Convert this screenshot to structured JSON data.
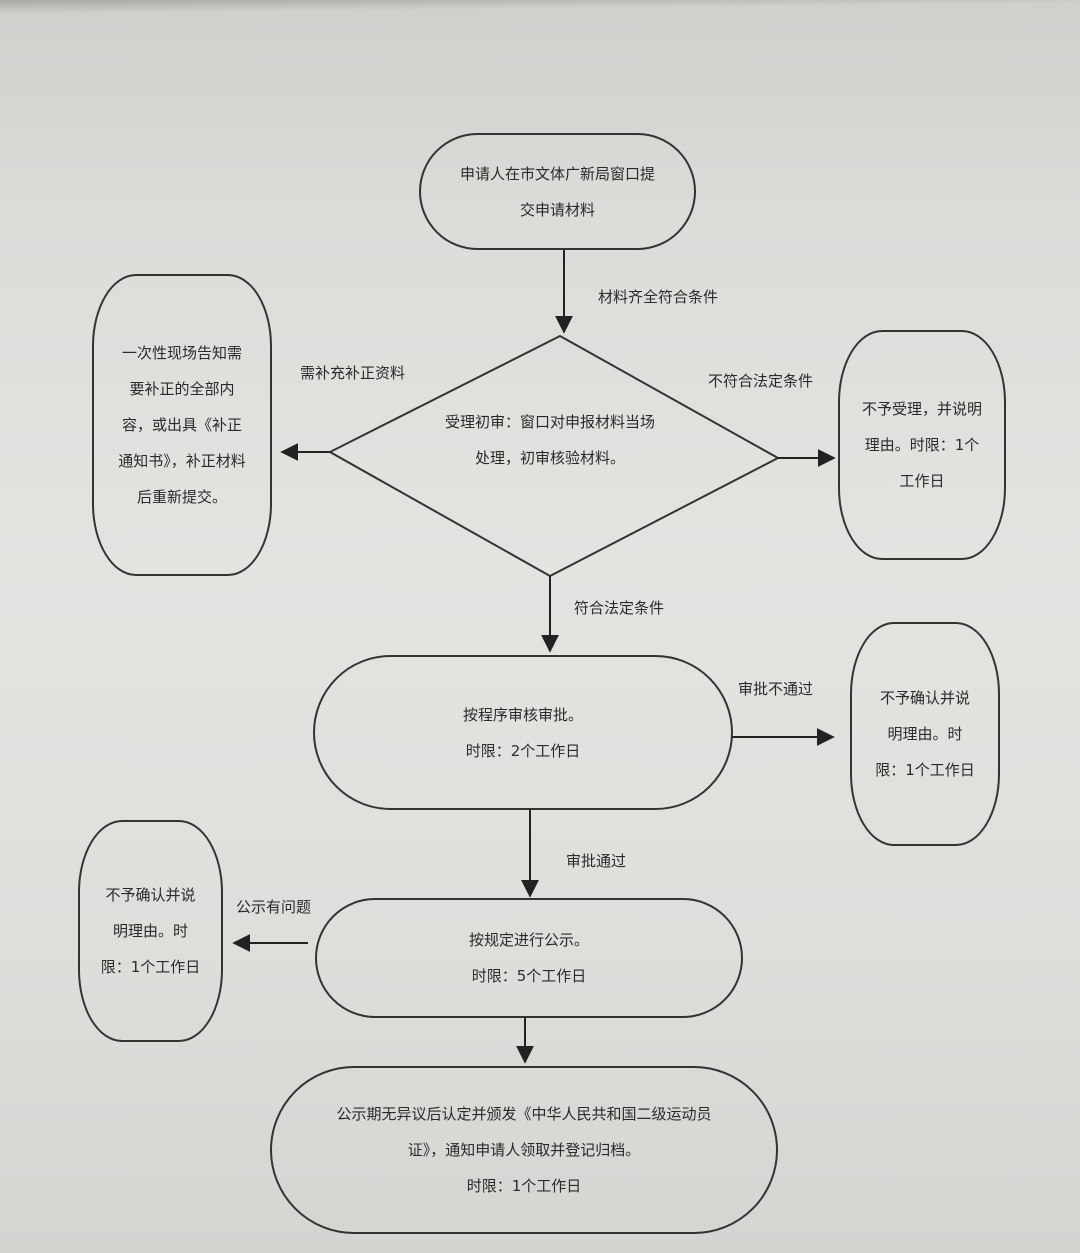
{
  "nodes": {
    "start": "申请人在市文体广新局窗口提交申请材料",
    "initial_review": "受理初审：窗口对申报材料当场处理，初审核验材料。",
    "supplement_notice": "一次性现场告知需要补正的全部内容，或出具《补正通知书》，补正材料后重新提交。",
    "reject_accept": "不予受理，并说明理由。时限：1个工作日",
    "approval": "按程序审核审批。",
    "approval_limit": "时限：2个工作日",
    "reject_confirm_right": "不予确认并说明理由。时限：1个工作日",
    "publicity": "按规定进行公示。",
    "publicity_limit": "时限：5个工作日",
    "reject_confirm_left": "不予确认并说明理由。时限：1个工作日",
    "final_line1": "公示期无异议后认定并颁发《中华人民共和国二级运动员",
    "final_line2": "证》，通知申请人领取并登记归档。",
    "final_limit": "时限：1个工作日"
  },
  "labels": {
    "materials_complete": "材料齐全符合条件",
    "needs_supplement": "需补充补正资料",
    "not_legal": "不符合法定条件",
    "legal": "符合法定条件",
    "approval_fail": "审批不通过",
    "approval_pass": "审批通过",
    "publicity_issue": "公示有问题"
  }
}
